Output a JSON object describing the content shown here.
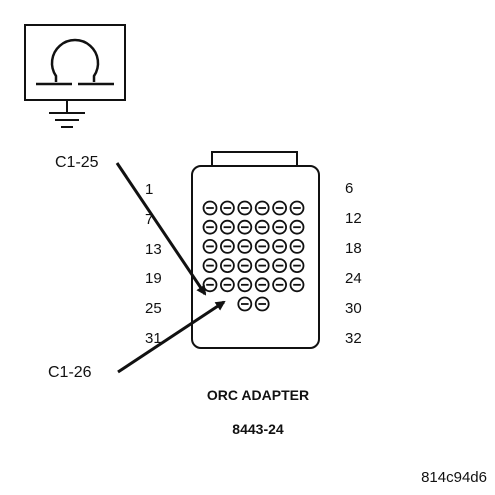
{
  "meter": {
    "symbol": "ohm-meter-icon",
    "ground": "ground-icon"
  },
  "callouts": {
    "upper": "C1-25",
    "lower": "C1-26"
  },
  "pin_labels": {
    "left": [
      "1",
      "7",
      "13",
      "19",
      "25",
      "31"
    ],
    "right": [
      "6",
      "12",
      "18",
      "24",
      "30",
      "32"
    ]
  },
  "connector": {
    "rows": [
      6,
      6,
      6,
      6,
      6,
      2
    ]
  },
  "caption": {
    "title": "ORC ADAPTER",
    "part_number": "8443-24"
  },
  "image_ref": "814c94d6"
}
